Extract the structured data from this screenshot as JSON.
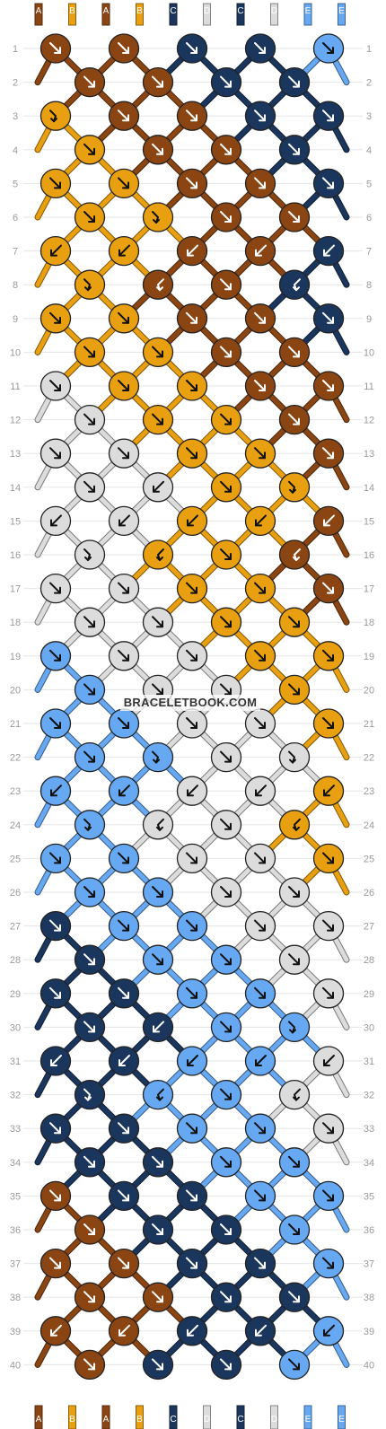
{
  "watermark": "BRACELETBOOK.COM",
  "colors": {
    "A": "#8a4513",
    "B": "#e8a010",
    "C": "#1b365d",
    "D": "#dcdcdc",
    "E": "#66a8f2"
  },
  "top_strings": [
    "A",
    "B",
    "A",
    "B",
    "C",
    "D",
    "C",
    "D",
    "E",
    "E"
  ],
  "bottom_strings": [
    "A",
    "B",
    "A",
    "B",
    "C",
    "D",
    "C",
    "D",
    "E",
    "E"
  ],
  "rows": [
    "1",
    "2",
    "3",
    "4",
    "5",
    "6",
    "7",
    "8",
    "9",
    "10",
    "11",
    "12",
    "13",
    "14",
    "15",
    "16",
    "17",
    "18",
    "19",
    "20",
    "21",
    "22",
    "23",
    "24",
    "25",
    "26",
    "27",
    "28",
    "29",
    "30",
    "31",
    "32",
    "33",
    "34",
    "35",
    "36",
    "37",
    "38",
    "39",
    "40"
  ],
  "knots": [
    [
      "A:f",
      "A:f",
      "C:f",
      "C:f",
      "E:f"
    ],
    [
      "A:f",
      "A:f",
      "C:f",
      "C:f"
    ],
    [
      "B:fb",
      "A:f",
      "A:f",
      "C:f",
      "C:f"
    ],
    [
      "B:f",
      "A:f",
      "A:f",
      "C:f"
    ],
    [
      "B:f",
      "B:f",
      "A:f",
      "A:f",
      "C:f"
    ],
    [
      "B:f",
      "B:fb",
      "A:f",
      "A:f"
    ],
    [
      "B:b",
      "B:b",
      "A:b",
      "A:b",
      "C:b"
    ],
    [
      "B:fb",
      "A:bf",
      "A:f",
      "C:bf"
    ],
    [
      "B:f",
      "B:f",
      "A:f",
      "A:f",
      "C:f"
    ],
    [
      "B:f",
      "B:f",
      "A:f",
      "A:f"
    ],
    [
      "D:f",
      "B:f",
      "B:f",
      "A:f",
      "A:f"
    ],
    [
      "D:f",
      "B:f",
      "B:f",
      "A:f"
    ],
    [
      "D:f",
      "D:f",
      "B:f",
      "B:f",
      "A:f"
    ],
    [
      "D:f",
      "D:b",
      "B:f",
      "B:fb"
    ],
    [
      "D:b",
      "D:b",
      "B:b",
      "B:b",
      "A:b"
    ],
    [
      "D:fb",
      "B:bf",
      "B:f",
      "A:bf"
    ],
    [
      "D:f",
      "D:f",
      "B:f",
      "B:f",
      "A:f"
    ],
    [
      "D:f",
      "D:f",
      "B:f",
      "B:f"
    ],
    [
      "E:f",
      "D:f",
      "D:f",
      "B:f",
      "B:f"
    ],
    [
      "E:f",
      "D:f",
      "D:f",
      "B:f"
    ],
    [
      "E:f",
      "E:f",
      "D:f",
      "D:f",
      "B:f"
    ],
    [
      "E:f",
      "E:fb",
      "D:f",
      "D:fb"
    ],
    [
      "E:b",
      "E:b",
      "D:b",
      "D:b",
      "B:b"
    ],
    [
      "E:fb",
      "D:bf",
      "D:f",
      "B:bf"
    ],
    [
      "E:f",
      "E:f",
      "D:f",
      "D:f",
      "B:f"
    ],
    [
      "E:f",
      "E:f",
      "D:f",
      "D:f"
    ],
    [
      "C:f",
      "E:f",
      "E:f",
      "D:f",
      "D:f"
    ],
    [
      "C:f",
      "E:f",
      "E:f",
      "D:f"
    ],
    [
      "C:f",
      "C:f",
      "E:f",
      "E:f",
      "D:f"
    ],
    [
      "C:f",
      "C:b",
      "E:f",
      "E:fb"
    ],
    [
      "C:b",
      "C:b",
      "E:b",
      "E:b",
      "D:b"
    ],
    [
      "C:fb",
      "E:bf",
      "E:f",
      "D:bf"
    ],
    [
      "C:f",
      "C:f",
      "E:f",
      "E:f",
      "D:f"
    ],
    [
      "C:f",
      "C:f",
      "E:f",
      "E:f"
    ],
    [
      "A:f",
      "C:f",
      "C:f",
      "E:f",
      "E:f"
    ],
    [
      "A:f",
      "C:f",
      "C:f",
      "E:f"
    ],
    [
      "A:f",
      "A:f",
      "C:f",
      "C:f",
      "E:f"
    ],
    [
      "A:f",
      "A:f",
      "C:f",
      "C:f"
    ],
    [
      "A:b",
      "A:b",
      "C:b",
      "C:b",
      "E:b"
    ],
    [
      "A:f",
      "C:f",
      "C:f",
      "E:f"
    ]
  ]
}
